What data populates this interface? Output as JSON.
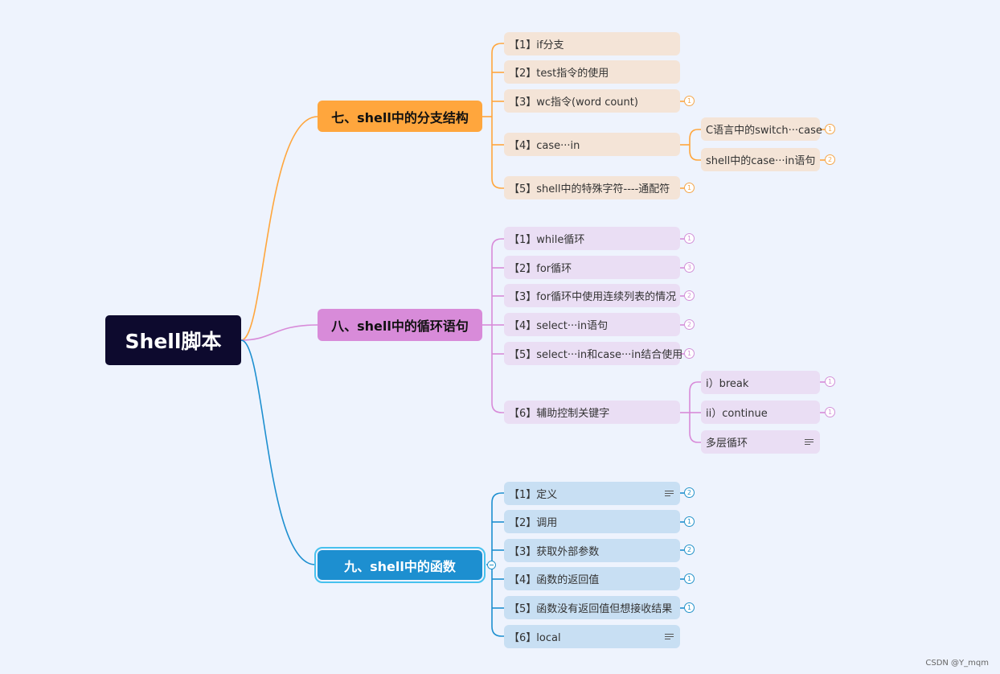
{
  "root": "Shell脚本",
  "branches": [
    {
      "label": "七、shell中的分支结构",
      "color": "#ffa63d",
      "items": [
        {
          "label": "【1】if分支"
        },
        {
          "label": "【2】test指令的使用"
        },
        {
          "label": "【3】wc指令(word count)",
          "badge": "1"
        },
        {
          "label": "【4】case···in",
          "children": [
            {
              "label": "C语言中的switch···case",
              "badge": "1"
            },
            {
              "label": "shell中的case···in语句",
              "badge": "2"
            }
          ]
        },
        {
          "label": "【5】shell中的特殊字符----通配符",
          "badge": "1"
        }
      ]
    },
    {
      "label": "八、shell中的循环语句",
      "color": "#d88bd9",
      "items": [
        {
          "label": "【1】while循环",
          "badge": "1"
        },
        {
          "label": "【2】for循环",
          "badge": "3"
        },
        {
          "label": "【3】for循环中使用连续列表的情况",
          "badge": "2"
        },
        {
          "label": "【4】select···in语句",
          "badge": "2"
        },
        {
          "label": "【5】select···in和case···in结合使用",
          "badge": "1"
        },
        {
          "label": "【6】辅助控制关键字",
          "children": [
            {
              "label": "i）break",
              "badge": "1"
            },
            {
              "label": "ii）continue",
              "badge": "1"
            },
            {
              "label": "多层循环",
              "note": true
            }
          ]
        }
      ]
    },
    {
      "label": "九、shell中的函数",
      "color": "#1d8fd0",
      "items": [
        {
          "label": "【1】定义",
          "badge": "2",
          "note": true
        },
        {
          "label": "【2】调用",
          "badge": "1"
        },
        {
          "label": "【3】获取外部参数",
          "badge": "2"
        },
        {
          "label": "【4】函数的返回值",
          "badge": "1"
        },
        {
          "label": "【5】函数没有返回值但想接收结果",
          "badge": "1"
        },
        {
          "label": "【6】local",
          "note": true
        }
      ]
    }
  ],
  "watermark": "CSDN @Y_mqm"
}
